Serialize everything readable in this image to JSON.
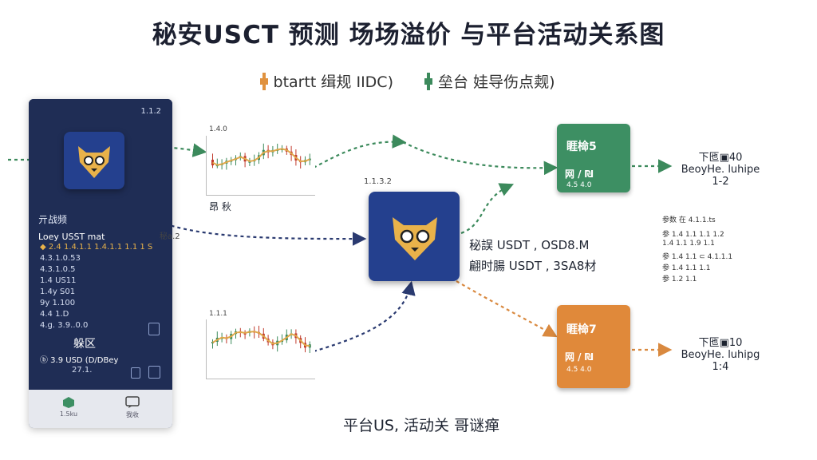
{
  "title": "秘安USCT 预测  场场溢价 与平台活动关系图",
  "legend": [
    {
      "label": "btartt  缉规 IIDC)",
      "color": "#e0923f"
    },
    {
      "label": "垒台  娃导伤点觌)",
      "color": "#3c8a5c"
    }
  ],
  "phone": {
    "top_code": "1.1.2",
    "heading": "亓战频",
    "name": "Loey USST mat",
    "lines": [
      "◆ 2.4 1.4.1.1 1.4.1.1 1.1 1 S",
      "4.3.1.0.53",
      "4.3.1.0.5",
      "1.4 US11",
      "1.4y S01",
      "9y 1.100",
      "4.4 1.D",
      "4.g. 3.9..0.0"
    ],
    "center_label": "躲区",
    "caption_line": "ⓑ 3.9 USD (D/DBey",
    "caption_sub": "27.1.",
    "tabs": [
      "1.5ku",
      "我收"
    ]
  },
  "mini_chart_top": {
    "axis_label": "1.4.0",
    "caption": "昂 秋"
  },
  "mini_chart_bottom": {
    "axis_label": "1.1.1"
  },
  "side_label": "秘a.2",
  "center": {
    "code": "1.1.3.2",
    "line1": "秘誤  USDT , OSD8.M",
    "line2": "翩时腸 USDT , 3SA8材"
  },
  "cards": [
    {
      "title": "睚椧5",
      "body": "网 /  ₪",
      "foot": "4.5  4.0",
      "color": "#3d8f63"
    },
    {
      "title": "睚椧7",
      "body": "网 /  ₪",
      "foot": "4.5  4.0",
      "color": "#e0893a"
    }
  ],
  "outputs": [
    {
      "head": "下匜▣40",
      "line": "BeoyHe. luhipe",
      "ratio": "1-2"
    },
    {
      "head": "下匜▣10",
      "line": "BeoyHe. luhipg",
      "ratio": "1:4"
    }
  ],
  "notes": [
    "参数 在 4.1.1.ts",
    "参 1.4 1.1 1.1 1.2",
    "1.4 1.1 1.9 1.1",
    "参 1.4 1.1 ⊂ 4.1.1.1",
    "参 1.4 1.1 1.1",
    "参 1.2 1.1"
  ],
  "bottom_caption": "平台US, 活动关 哥谜瘅"
}
